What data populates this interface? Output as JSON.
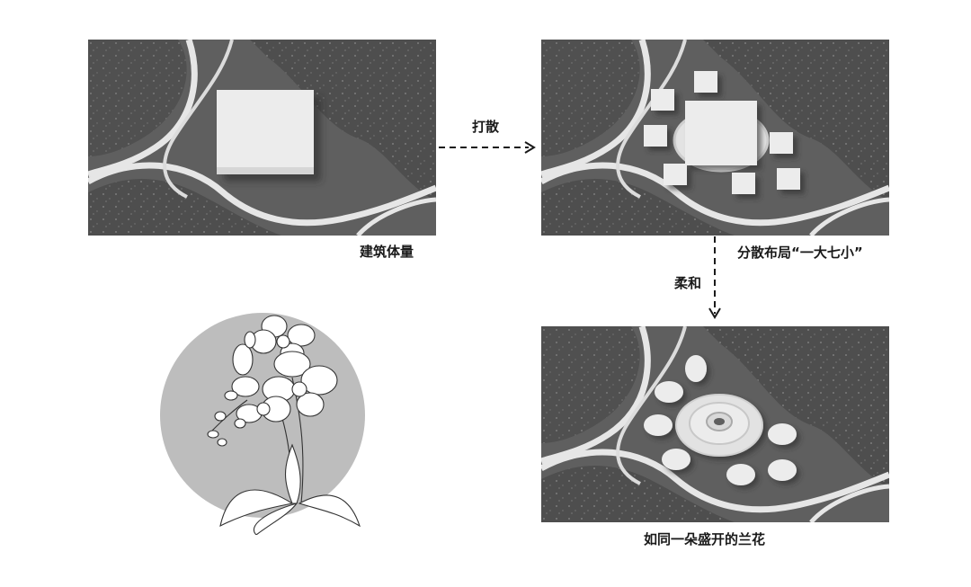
{
  "steps": {
    "scatter_label": "打散",
    "soften_label": "柔和"
  },
  "captions": {
    "building_mass": "建筑体量",
    "scattered_layout": "分散布局“一大七小”",
    "blooming_orchid": "如同一朵盛开的兰花"
  },
  "colors": {
    "background": "#ffffff",
    "site_ground": "#5f5f5f",
    "textured_land": "#4e4e4e",
    "path_stroke": "#e6e6e6",
    "building_white": "#ececec",
    "orchid_circle": "#bdbdbd",
    "text": "#1a1a1a"
  },
  "icons": {
    "right_arrow": "dashed-arrow-right-icon",
    "down_arrow": "dashed-arrow-down-icon",
    "orchid": "orchid-flower-icon"
  }
}
